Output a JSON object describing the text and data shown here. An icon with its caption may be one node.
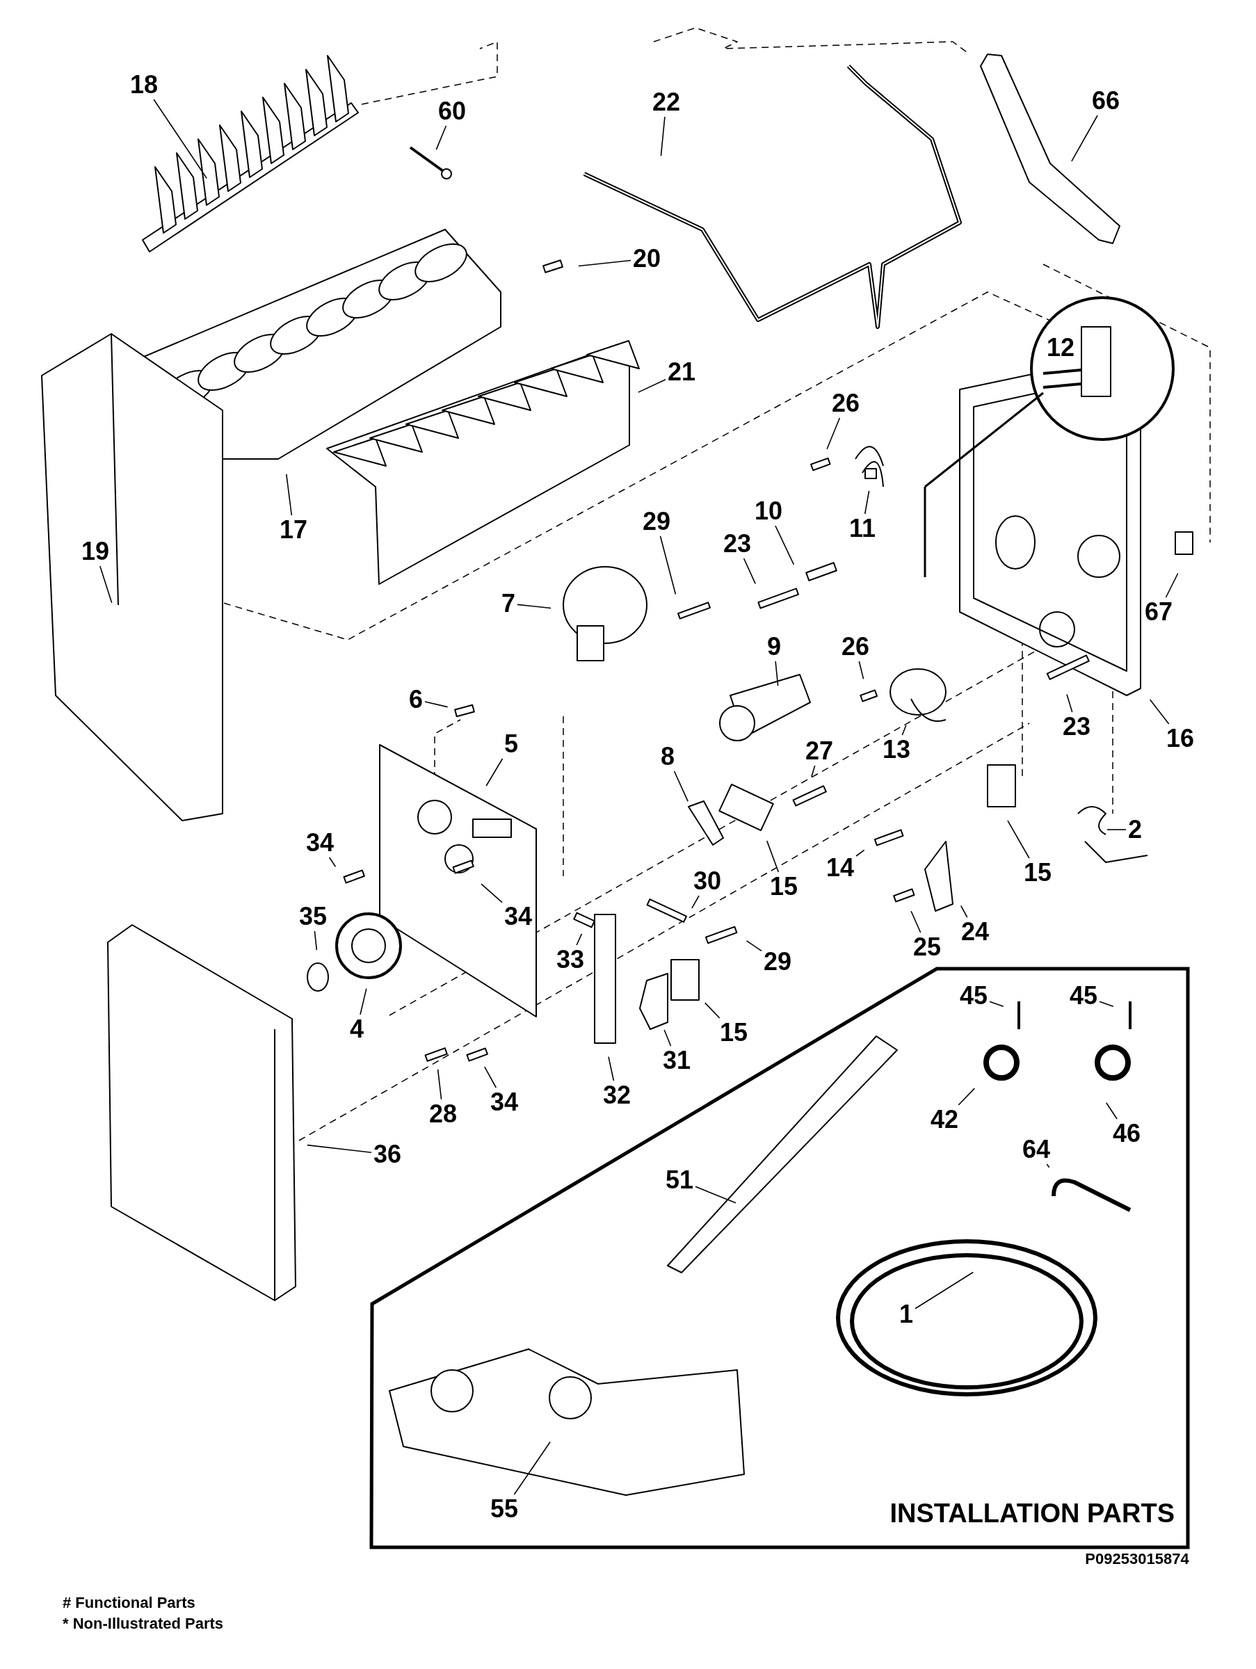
{
  "diagram": {
    "nodes": [
      {
        "text": [
          "18"
        ]
      },
      {
        "text": [
          "60"
        ]
      },
      {
        "text": [
          "22"
        ]
      },
      {
        "text": [
          "66"
        ]
      },
      {
        "text": [
          "20"
        ]
      },
      {
        "text": [
          "21"
        ]
      },
      {
        "text": [
          "26"
        ]
      },
      {
        "text": [
          "10"
        ]
      },
      {
        "text": [
          "11"
        ]
      },
      {
        "text": [
          "29"
        ]
      },
      {
        "text": [
          "23"
        ]
      },
      {
        "text": [
          "17"
        ]
      },
      {
        "text": [
          "19"
        ]
      },
      {
        "text": [
          "7"
        ]
      },
      {
        "text": [
          "67"
        ]
      },
      {
        "text": [
          "9"
        ]
      },
      {
        "text": [
          "26"
        ]
      },
      {
        "text": [
          "6"
        ]
      },
      {
        "text": [
          "23"
        ]
      },
      {
        "text": [
          "16"
        ]
      },
      {
        "text": [
          "5"
        ]
      },
      {
        "text": [
          "13"
        ]
      },
      {
        "text": [
          "8"
        ]
      },
      {
        "text": [
          "27"
        ]
      },
      {
        "text": [
          "2"
        ]
      },
      {
        "text": [
          "34"
        ]
      },
      {
        "text": [
          "14"
        ]
      },
      {
        "text": [
          "15"
        ]
      },
      {
        "text": [
          "15"
        ]
      },
      {
        "text": [
          "30"
        ]
      },
      {
        "text": [
          "35"
        ]
      },
      {
        "text": [
          "34"
        ]
      },
      {
        "text": [
          "24"
        ]
      },
      {
        "text": [
          "25"
        ]
      },
      {
        "text": [
          "33"
        ]
      },
      {
        "text": [
          "29"
        ]
      },
      {
        "text": [
          "4"
        ]
      },
      {
        "text": [
          "15"
        ]
      },
      {
        "text": [
          "31"
        ]
      },
      {
        "text": [
          "32"
        ]
      },
      {
        "text": [
          "34"
        ]
      },
      {
        "text": [
          "28"
        ]
      },
      {
        "text": [
          "36"
        ]
      },
      {
        "text": [
          "INSTALLATION PARTS"
        ]
      },
      {
        "text": [
          "45"
        ],
        "in": 43
      },
      {
        "text": [
          "45"
        ],
        "in": 43
      },
      {
        "text": [
          "42"
        ],
        "in": 43
      },
      {
        "text": [
          "46"
        ],
        "in": 43
      },
      {
        "text": [
          "64"
        ],
        "in": 43
      },
      {
        "text": [
          "51"
        ],
        "in": 43
      },
      {
        "text": [
          "1"
        ],
        "in": 43
      },
      {
        "text": [
          "55"
        ],
        "in": 43
      }
    ],
    "edges": [
      {
        "from": 0,
        "to": null,
        "arrow": "none"
      },
      {
        "from": 1,
        "to": null,
        "arrow": "none"
      },
      {
        "from": 2,
        "to": null,
        "arrow": "none"
      },
      {
        "from": 3,
        "to": null,
        "arrow": "none"
      },
      {
        "from": 4,
        "to": null,
        "arrow": "none"
      },
      {
        "from": 5,
        "to": null,
        "arrow": "none"
      },
      {
        "from": 6,
        "to": null,
        "arrow": "none"
      },
      {
        "from": 7,
        "to": null,
        "arrow": "none"
      },
      {
        "from": 8,
        "to": null,
        "arrow": "none"
      },
      {
        "from": 9,
        "to": null,
        "arrow": "none"
      },
      {
        "from": 10,
        "to": null,
        "arrow": "none"
      },
      {
        "from": 11,
        "to": null,
        "arrow": "none"
      },
      {
        "from": 12,
        "to": null,
        "arrow": "none"
      },
      {
        "from": 13,
        "to": null,
        "arrow": "none"
      },
      {
        "from": 14,
        "to": null,
        "arrow": "none"
      },
      {
        "from": 15,
        "to": null,
        "arrow": "none"
      },
      {
        "from": 16,
        "to": null,
        "arrow": "none"
      },
      {
        "from": 17,
        "to": null,
        "arrow": "none"
      },
      {
        "from": 18,
        "to": null,
        "arrow": "none"
      },
      {
        "from": 19,
        "to": null,
        "arrow": "none"
      },
      {
        "from": 20,
        "to": null,
        "arrow": "none"
      },
      {
        "from": 21,
        "to": null,
        "arrow": "none"
      },
      {
        "from": 22,
        "to": null,
        "arrow": "none"
      },
      {
        "from": 23,
        "to": null,
        "arrow": "none"
      },
      {
        "from": 24,
        "to": null,
        "arrow": "none"
      },
      {
        "from": 25,
        "to": null,
        "arrow": "none"
      },
      {
        "from": 26,
        "to": null,
        "arrow": "none"
      },
      {
        "from": 27,
        "to": null,
        "arrow": "none"
      },
      {
        "from": 28,
        "to": null,
        "arrow": "none"
      },
      {
        "from": 29,
        "to": null,
        "arrow": "none"
      },
      {
        "from": 30,
        "to": null,
        "arrow": "none"
      },
      {
        "from": 31,
        "to": null,
        "arrow": "none"
      },
      {
        "from": 32,
        "to": null,
        "arrow": "none"
      },
      {
        "from": 33,
        "to": null,
        "arrow": "none"
      },
      {
        "from": 34,
        "to": null,
        "arrow": "none"
      },
      {
        "from": 35,
        "to": null,
        "arrow": "none"
      },
      {
        "from": 36,
        "to": null,
        "arrow": "none"
      },
      {
        "from": 37,
        "to": null,
        "arrow": "none"
      },
      {
        "from": 38,
        "to": null,
        "arrow": "none"
      },
      {
        "from": 39,
        "to": null,
        "arrow": "none"
      },
      {
        "from": 40,
        "to": null,
        "arrow": "none"
      },
      {
        "from": 41,
        "to": null,
        "arrow": "none"
      },
      {
        "from": 42,
        "to": null,
        "arrow": "none"
      },
      {
        "from": 44,
        "to": null,
        "arrow": "none"
      },
      {
        "from": 45,
        "to": null,
        "arrow": "none"
      },
      {
        "from": 46,
        "to": null,
        "arrow": "none"
      },
      {
        "from": 47,
        "to": null,
        "arrow": "none"
      },
      {
        "from": 48,
        "to": null,
        "arrow": "none"
      },
      {
        "from": 49,
        "to": null,
        "arrow": "none"
      },
      {
        "from": 50,
        "to": null,
        "arrow": "none"
      },
      {
        "from": 51,
        "to": null,
        "arrow": "none"
      }
    ],
    "labels": [
      "12",
      "P09253015874",
      "# Functional Parts",
      "* Non-Illustrated Parts"
    ]
  }
}
